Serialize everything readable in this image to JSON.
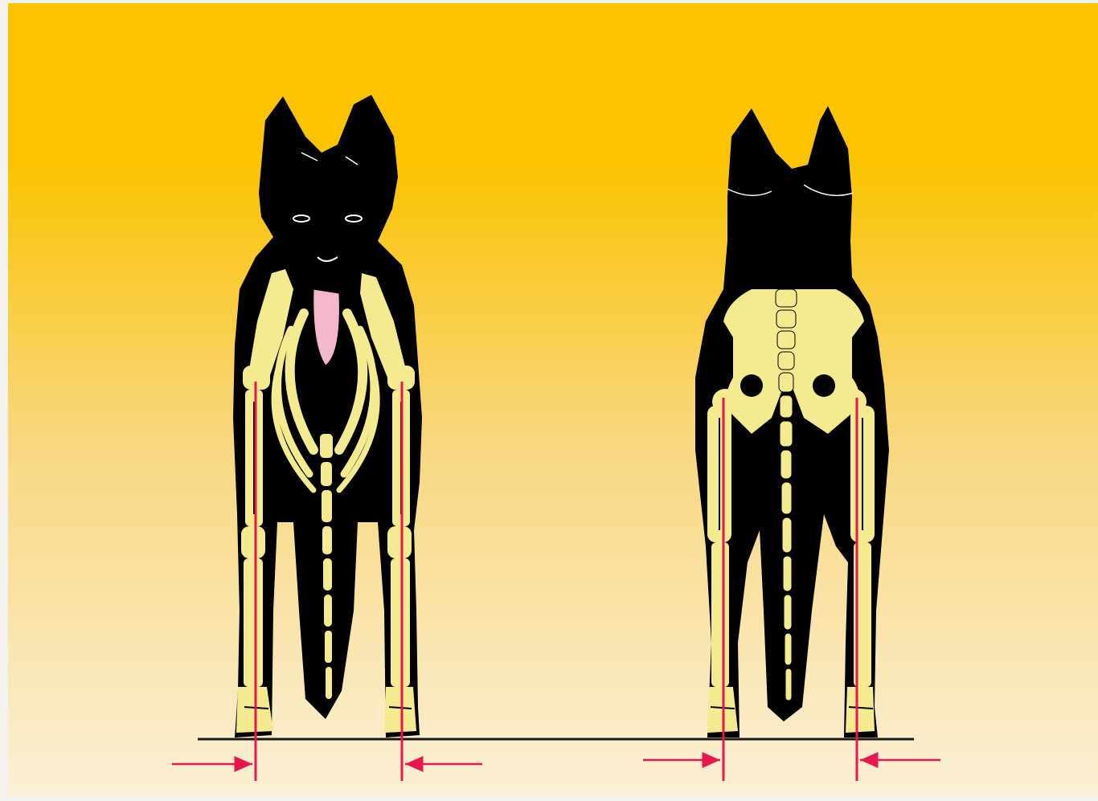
{
  "colors": {
    "page": "#f4f2ee",
    "gradient_top": "#fbc300",
    "gradient_mid": "#f8d77e",
    "gradient_bottom": "#fbf0d6",
    "silhouette": "#000000",
    "bone": "#f4ea8f",
    "tongue": "#f4b8cc",
    "marker_line": "#e8174d",
    "ground_line": "#1a1a1a"
  },
  "figures": {
    "front_view": {
      "view": "front",
      "parts": [
        "ears",
        "head",
        "tongue",
        "shoulder-blades",
        "rib-cage",
        "sternum",
        "forelegs",
        "paws"
      ]
    },
    "rear_view": {
      "view": "rear",
      "parts": [
        "ears",
        "head",
        "pelvis",
        "spine",
        "tail",
        "hind-legs",
        "paws"
      ]
    }
  },
  "markers": {
    "style": "vertical-line-with-inward-arrows",
    "count_per_figure": 2
  }
}
